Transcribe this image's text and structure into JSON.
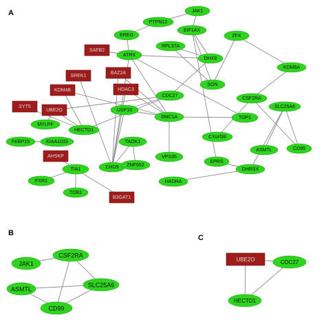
{
  "panels": [
    {
      "label": "A",
      "nodes": [
        {
          "id": "JAK1",
          "color": "green"
        },
        {
          "id": "PTPN12",
          "color": "green"
        },
        {
          "id": "EIF1AX",
          "color": "green"
        },
        {
          "id": "EREG",
          "color": "green"
        },
        {
          "id": "ZFX",
          "color": "green"
        },
        {
          "id": "RPL37A",
          "color": "green"
        },
        {
          "id": "DHX9",
          "color": "green"
        },
        {
          "id": "KDM6A",
          "color": "green"
        },
        {
          "id": "ATRX",
          "color": "green"
        },
        {
          "id": "SON",
          "color": "green"
        },
        {
          "id": "CDC27",
          "color": "green"
        },
        {
          "id": "CSF2RA",
          "color": "green"
        },
        {
          "id": "SLC25A6",
          "color": "green"
        },
        {
          "id": "USP10",
          "color": "green"
        },
        {
          "id": "SMC1A",
          "color": "green"
        },
        {
          "id": "TOP1",
          "color": "green"
        },
        {
          "id": "MYLPF",
          "color": "green"
        },
        {
          "id": "CXorf38",
          "color": "green"
        },
        {
          "id": "FKBP15",
          "color": "green"
        },
        {
          "id": "KIAA1033",
          "color": "green"
        },
        {
          "id": "HECTD1",
          "color": "green"
        },
        {
          "id": "TAOK1",
          "color": "green"
        },
        {
          "id": "ASMTL",
          "color": "green"
        },
        {
          "id": "CD99",
          "color": "green"
        },
        {
          "id": "TIA1",
          "color": "green"
        },
        {
          "id": "CHD9",
          "color": "green"
        },
        {
          "id": "ZNF652",
          "color": "green"
        },
        {
          "id": "VPS35",
          "color": "green"
        },
        {
          "id": "EPRS",
          "color": "green"
        },
        {
          "id": "DHRSX",
          "color": "green"
        },
        {
          "id": "FXR1",
          "color": "green"
        },
        {
          "id": "TOB1",
          "color": "green"
        },
        {
          "id": "HADHA",
          "color": "green"
        },
        {
          "id": "SAFB2",
          "color": "red"
        },
        {
          "id": "SREK1",
          "color": "red"
        },
        {
          "id": "BAZ2A",
          "color": "red"
        },
        {
          "id": "KDM4B",
          "color": "red"
        },
        {
          "id": "HDAC3",
          "color": "red"
        },
        {
          "id": "SYT5",
          "color": "red"
        },
        {
          "id": "UBE2O",
          "color": "red"
        },
        {
          "id": "AHSKP",
          "color": "red"
        },
        {
          "id": "B3GAT1",
          "color": "red"
        }
      ],
      "edges": [
        [
          "JAK1",
          "PTPN12"
        ],
        [
          "JAK1",
          "EIF1AX"
        ],
        [
          "EREG",
          "PTPN12"
        ],
        [
          "EREG",
          "ATRX"
        ],
        [
          "EIF1AX",
          "DHX9"
        ],
        [
          "EIF1AX",
          "SON"
        ],
        [
          "EIF1AX",
          "EPRS"
        ],
        [
          "ZFX",
          "KDM6A"
        ],
        [
          "ZFX",
          "SON"
        ],
        [
          "RPL37A",
          "DHX9"
        ],
        [
          "RPL37A",
          "SON"
        ],
        [
          "DHX9",
          "ATRX"
        ],
        [
          "DHX9",
          "CDC27"
        ],
        [
          "KDM6A",
          "CSF2RA"
        ],
        [
          "ATRX",
          "SAFB2"
        ],
        [
          "ATRX",
          "SMC1A"
        ],
        [
          "ATRX",
          "TOP1"
        ],
        [
          "ATRX",
          "CHD9"
        ],
        [
          "CSF2RA",
          "CD99"
        ],
        [
          "CSF2RA",
          "CXorf38"
        ],
        [
          "SLC25A6",
          "CD99"
        ],
        [
          "SLC25A6",
          "ASMTL"
        ],
        [
          "SLC25A6",
          "DHRSX"
        ],
        [
          "CDC27",
          "UBE2O"
        ],
        [
          "CDC27",
          "HECTD1"
        ],
        [
          "CDC27",
          "USP10"
        ],
        [
          "USP10",
          "CHD9"
        ],
        [
          "USP10",
          "SMC1A"
        ],
        [
          "SMC1A",
          "TOP1"
        ],
        [
          "SMC1A",
          "KDM4B"
        ],
        [
          "SMC1A",
          "BAZ2A"
        ],
        [
          "SMC1A",
          "VPS35"
        ],
        [
          "SMC1A",
          "HDAC3"
        ],
        [
          "SREK1",
          "CHD9"
        ],
        [
          "BAZ2A",
          "CHD9"
        ],
        [
          "HDAC3",
          "CHD9"
        ],
        [
          "KDM4B",
          "HECTD1"
        ],
        [
          "UBE2O",
          "HECTD1"
        ],
        [
          "UBE2O",
          "MYLPF"
        ],
        [
          "SYT5",
          "HECTD1"
        ],
        [
          "TAOK1",
          "ZNF652"
        ],
        [
          "TAOK1",
          "CHD9"
        ],
        [
          "EPRS",
          "DHRSX"
        ],
        [
          "DHRSX",
          "HADHA"
        ],
        [
          "TIA1",
          "AHSKP"
        ],
        [
          "TIA1",
          "FXR1"
        ],
        [
          "TIA1",
          "TOB1"
        ],
        [
          "TIA1",
          "B3GAT1"
        ],
        [
          "FKBP15",
          "KIAA1033"
        ]
      ]
    },
    {
      "label": "B",
      "nodes": [
        {
          "id": "CSF2RA",
          "color": "green"
        },
        {
          "id": "JAK1",
          "color": "green"
        },
        {
          "id": "SLC25A6",
          "color": "green"
        },
        {
          "id": "ASMTL",
          "color": "green"
        },
        {
          "id": "CD99",
          "color": "green"
        }
      ],
      "edges": [
        [
          "JAK1",
          "CSF2RA"
        ],
        [
          "CSF2RA",
          "SLC25A6"
        ],
        [
          "CSF2RA",
          "CD99"
        ],
        [
          "ASMTL",
          "SLC25A6"
        ],
        [
          "ASMTL",
          "CD99"
        ],
        [
          "SLC25A6",
          "CD99"
        ]
      ]
    },
    {
      "label": "C",
      "nodes": [
        {
          "id": "UBE2O",
          "color": "red"
        },
        {
          "id": "CDC27",
          "color": "green"
        },
        {
          "id": "HECTD1",
          "color": "green"
        }
      ],
      "edges": [
        [
          "UBE2O",
          "CDC27"
        ],
        [
          "UBE2O",
          "HECTD1"
        ],
        [
          "HECTD1",
          "CDC27"
        ]
      ]
    }
  ],
  "colors": {
    "green": "#2fd41f",
    "red": "#9e1c1c",
    "edge": "#8a8a8a"
  }
}
